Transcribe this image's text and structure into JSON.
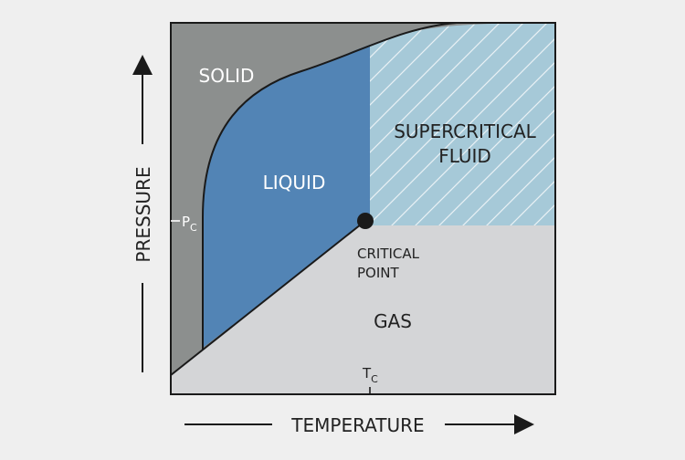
{
  "diagram": {
    "regions": {
      "solid": "SOLID",
      "liquid": "LIQUID",
      "supercritical_line1": "SUPERCRITICAL",
      "supercritical_line2": "FLUID",
      "gas": "GAS"
    },
    "critical_point": {
      "line1": "CRITICAL",
      "line2": "POINT"
    },
    "axis": {
      "x_label": "TEMPERATURE",
      "y_label": "PRESSURE",
      "pc_main": "P",
      "pc_sub": "C",
      "tc_main": "T",
      "tc_sub": "C"
    },
    "colors": {
      "background": "#efefef",
      "solid": "#8c8f8e",
      "liquid": "#5284b5",
      "supercritical": "#a6c9d8",
      "gas": "#d4d5d7",
      "lines": "#1a1a1a"
    }
  }
}
